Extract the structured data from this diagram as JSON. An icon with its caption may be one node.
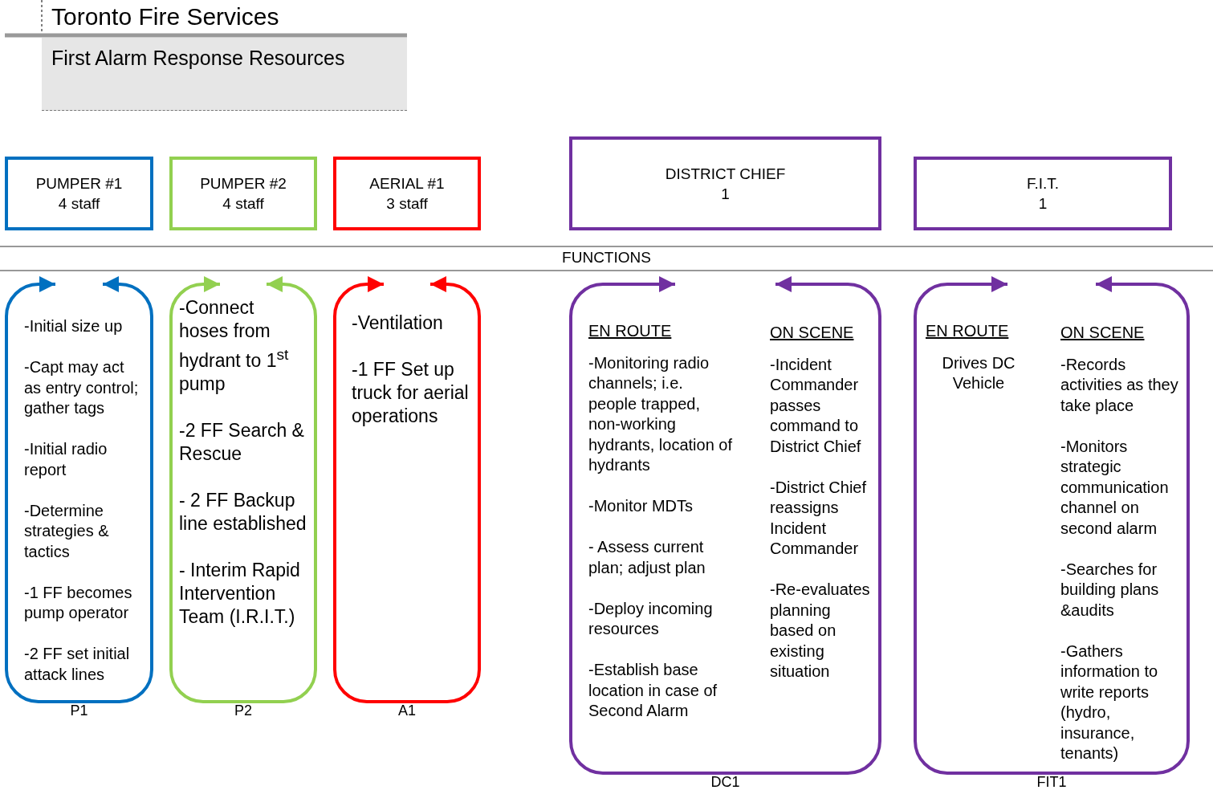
{
  "diagram": {
    "title": "Toronto Fire Services",
    "nodes": [
      {
        "text": [
          "First Alarm Response Resources"
        ]
      },
      {
        "text": [
          "PUMPER #1",
          "4 staff"
        ]
      },
      {
        "text": [
          "PUMPER #2",
          "4 staff"
        ]
      },
      {
        "text": [
          "AERIAL #1",
          "3 staff"
        ]
      },
      {
        "text": [
          "DISTRICT CHIEF",
          "1"
        ]
      },
      {
        "text": [
          "F.I.T.",
          "1"
        ]
      },
      {
        "text": [
          "-Initial size up",
          "-Capt may act as entry control; gather tags",
          "-Initial radio report",
          "-Determine strategies & tactics",
          "-1 FF becomes pump operator",
          "-2 FF set initial attack lines"
        ],
        "beside": [
          "P1"
        ]
      },
      {
        "text": [
          "-Connect hoses from hydrant to 1$^{st}$ pump",
          "-2 FF Search & Rescue",
          "- 2 FF Backup line established",
          "- Interim Rapid Intervention Team (I.R.I.T.)"
        ],
        "beside": [
          "P2"
        ]
      },
      {
        "text": [
          "-Ventilation",
          "-1 FF Set up truck for aerial operations"
        ],
        "beside": [
          "A1"
        ]
      },
      {
        "text": [
          "EN ROUTE",
          "-Monitoring radio channels; i.e. people trapped, non-working hydrants, location of hydrants",
          "-Monitor MDTs",
          "- Assess current plan; adjust plan",
          "-Deploy incoming resources",
          "-Establish base location in case of Second Alarm",
          "ON SCENE",
          "-Incident Commander passes command to District Chief",
          "-District Chief reassigns Incident Commander",
          "-Re-evaluates planning based on existing situation"
        ],
        "beside": [
          "DC1"
        ]
      },
      {
        "text": [
          "EN ROUTE",
          "Drives DC Vehicle",
          "ON SCENE",
          "-Records activities as they take place",
          "-Monitors strategic communication channel on second alarm",
          "-Searches for building plans &audits",
          "-Gathers information to write reports (hydro, insurance, tenants)"
        ],
        "beside": [
          "FIT1"
        ]
      }
    ],
    "labels": [
      "FUNCTIONS"
    ]
  }
}
